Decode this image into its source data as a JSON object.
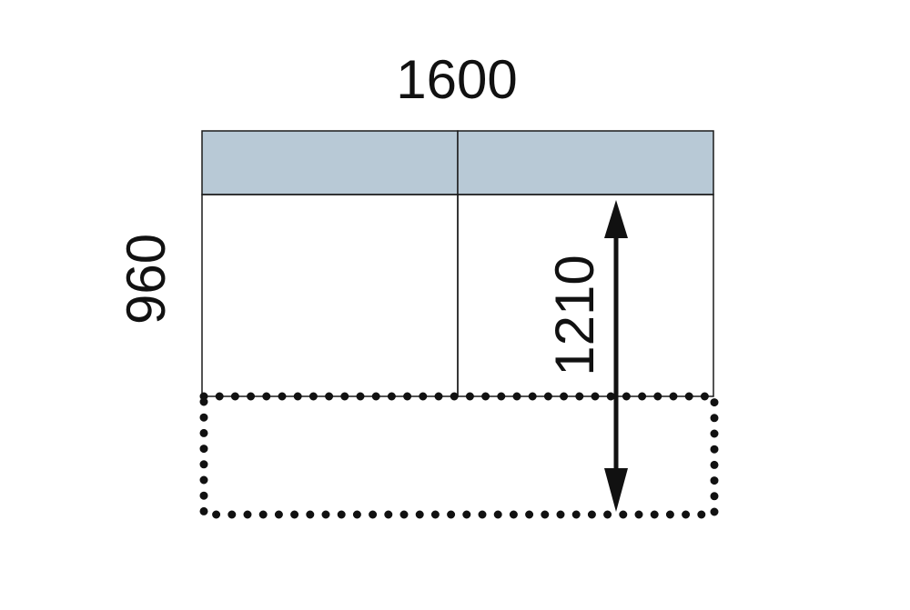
{
  "dimensions": {
    "width_label": "1600",
    "depth_label": "960",
    "extended_depth_label": "1210"
  },
  "colors": {
    "back_panel": "#b8c9d6",
    "outline": "#1a1a1a",
    "background": "#ffffff"
  }
}
